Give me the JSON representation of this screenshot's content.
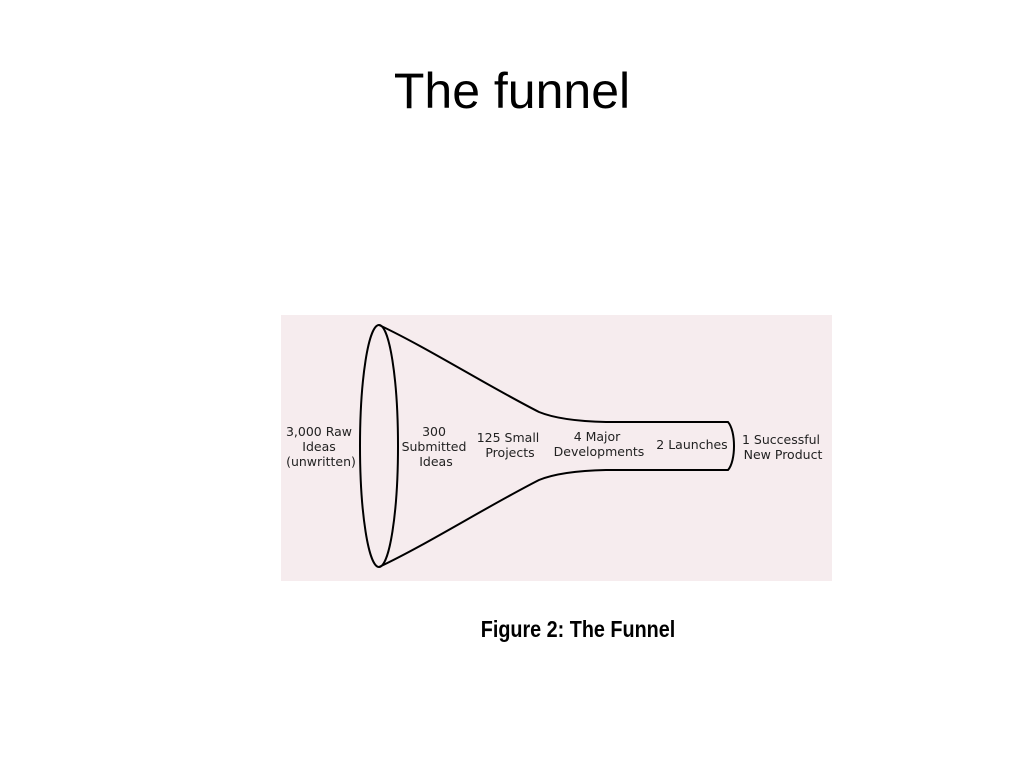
{
  "slide": {
    "title": "The funnel",
    "caption": "Figure 2: The Funnel"
  },
  "funnel": {
    "background_color": "#f6ecee",
    "stroke_color": "#000000",
    "stages": [
      {
        "lines": [
          "3,000 Raw",
          "Ideas",
          "(unwritten)"
        ]
      },
      {
        "lines": [
          "300",
          "Submitted",
          "Ideas"
        ]
      },
      {
        "lines": [
          "125 Small",
          "Projects"
        ]
      },
      {
        "lines": [
          "4 Major",
          "Developments"
        ]
      },
      {
        "lines": [
          "2 Launches"
        ]
      },
      {
        "lines": [
          "1 Successful",
          "New Product"
        ]
      }
    ]
  }
}
